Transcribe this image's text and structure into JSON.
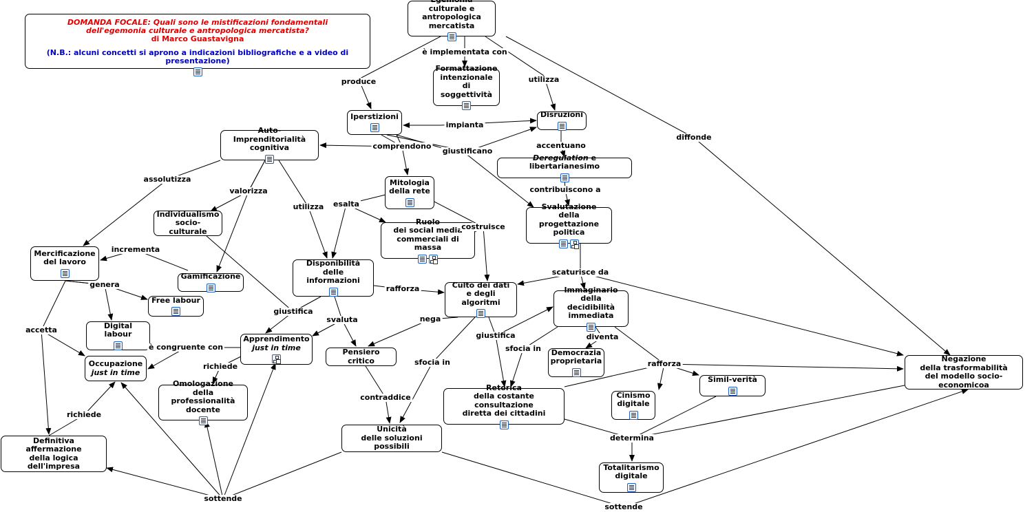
{
  "focal": {
    "question_line1": "DOMANDA FOCALE: Quali sono le mistificazioni fondamentali",
    "question_line2": "dell'egemonia culturale e antropologica mercatista?",
    "author": "di Marco Guastavigna",
    "note": "(N.B.: alcuni concetti si aprono a indicazioni bibliografiche e a video di presentazione)",
    "icons": [
      "doc"
    ]
  },
  "nodes": [
    {
      "id": "egemonia",
      "text": "Egemonia\nculturale e antropologica\nmercatista",
      "icons": [
        "doc"
      ]
    },
    {
      "id": "formattazione",
      "text": "Formattazione\nintenzionale\ndi soggettività",
      "icons": [
        "doc"
      ]
    },
    {
      "id": "iperstizioni",
      "text": "Iperstizioni",
      "icons": [
        "doc"
      ]
    },
    {
      "id": "disruzioni",
      "text": "Disruzioni",
      "icons": [
        "doc"
      ]
    },
    {
      "id": "auto",
      "text": "Auto-Imprenditorialità\ncognitiva",
      "icons": [
        "doc"
      ]
    },
    {
      "id": "deregulation",
      "text_italic": "Deregulation",
      "text": " e libertarianesimo",
      "icons": [
        "doc"
      ]
    },
    {
      "id": "mitologia",
      "text": "Mitologia\ndella rete",
      "icons": [
        "doc"
      ]
    },
    {
      "id": "svalutazione",
      "text": "Svalutazione\ndella progettazione\npolitica",
      "icons": [
        "doc",
        "map"
      ]
    },
    {
      "id": "ruolo",
      "text": "Ruolo\ndei social media\ncommerciali di massa",
      "icons": [
        "doc",
        "map"
      ]
    },
    {
      "id": "individualismo",
      "text": "Individualismo\nsocio-culturale",
      "icons": []
    },
    {
      "id": "mercificazione",
      "text": "Mercificazione\ndel lavoro",
      "icons": [
        "doc"
      ]
    },
    {
      "id": "gamificazione",
      "text": "Gamificazione",
      "icons": [
        "doc"
      ]
    },
    {
      "id": "disponibilita",
      "text": "Disponibilità\ndelle informazioni",
      "icons": [
        "doc"
      ]
    },
    {
      "id": "culto",
      "text": "Culto dei dati\ne degli algoritmi",
      "icons": [
        "doc"
      ]
    },
    {
      "id": "immaginario",
      "text": "Immaginario\ndella decidibilità\nimmediata",
      "icons": [
        "doc"
      ]
    },
    {
      "id": "freelabour",
      "text": "Free labour",
      "icons": [
        "doc"
      ]
    },
    {
      "id": "digitallabour",
      "text": "Digital labour",
      "icons": [
        "doc"
      ]
    },
    {
      "id": "apprendimento",
      "text": "Apprendimento",
      "text_italic2": "just in time",
      "icons": [
        "map"
      ]
    },
    {
      "id": "pensiero",
      "text": "Pensiero critico",
      "icons": []
    },
    {
      "id": "democrazia",
      "text": "Democrazia\nproprietaria",
      "icons": [
        "doc"
      ]
    },
    {
      "id": "occupazione",
      "text": "Occupazione",
      "text_italic2": "just in time",
      "icons": []
    },
    {
      "id": "omologazione",
      "text": "Omologazione\ndella professionalità\ndocente",
      "icons": [
        "doc"
      ]
    },
    {
      "id": "negazione",
      "text": "Negazione\ndella trasformabilità\ndel modello socio-economicoa",
      "icons": []
    },
    {
      "id": "similverita",
      "text": "Simil-verità",
      "icons": [
        "doc"
      ]
    },
    {
      "id": "retorica",
      "text": "Retorica\ndella costante consultazione\ndiretta dei cittadini",
      "icons": [
        "doc"
      ]
    },
    {
      "id": "cinismo",
      "text": "Cinismo\ndigitale",
      "icons": [
        "doc"
      ]
    },
    {
      "id": "unicita",
      "text": "Unicità\ndelle soluzioni possibili",
      "icons": []
    },
    {
      "id": "definitiva",
      "text": "Definitiva\naffermazione\ndella logica dell'impresa",
      "icons": []
    },
    {
      "id": "totalitarismo",
      "text": "Totalitarismo\ndigitale",
      "icons": [
        "doc"
      ]
    }
  ],
  "edge_labels": [
    {
      "id": "produce",
      "text": "produce"
    },
    {
      "id": "implementata",
      "text": "è implementata con"
    },
    {
      "id": "utilizza1",
      "text": "utilizza"
    },
    {
      "id": "diffonde",
      "text": "diffonde"
    },
    {
      "id": "impianta",
      "text": "impianta"
    },
    {
      "id": "giustificano",
      "text": "giustificano"
    },
    {
      "id": "comprendono",
      "text": "comprendono"
    },
    {
      "id": "accentuano",
      "text": "accentuano"
    },
    {
      "id": "contribuiscono",
      "text": "contribuiscono a"
    },
    {
      "id": "assolutizza",
      "text": "assolutizza"
    },
    {
      "id": "valorizza",
      "text": "valorizza"
    },
    {
      "id": "utilizza2",
      "text": "utilizza"
    },
    {
      "id": "esalta",
      "text": "esalta"
    },
    {
      "id": "costruisce",
      "text": "costruisce"
    },
    {
      "id": "incrementa",
      "text": "incrementa"
    },
    {
      "id": "genera",
      "text": "genera"
    },
    {
      "id": "rafforza1",
      "text": "rafforza"
    },
    {
      "id": "scaturisce",
      "text": "scaturisce da"
    },
    {
      "id": "giustifica1",
      "text": "giustifica"
    },
    {
      "id": "svaluta",
      "text": "svaluta"
    },
    {
      "id": "nega",
      "text": "nega"
    },
    {
      "id": "accetta",
      "text": "accetta"
    },
    {
      "id": "congruente",
      "text": "è congruente con"
    },
    {
      "id": "giustifica2",
      "text": "giustifica"
    },
    {
      "id": "diventa",
      "text": "diventa"
    },
    {
      "id": "sfociain1",
      "text": "sfocia in"
    },
    {
      "id": "sfociain2",
      "text": "sfocia in"
    },
    {
      "id": "richiede1",
      "text": "richiede"
    },
    {
      "id": "rafforza2",
      "text": "rafforza"
    },
    {
      "id": "contraddice",
      "text": "contraddice"
    },
    {
      "id": "richiede2",
      "text": "richiede"
    },
    {
      "id": "determina",
      "text": "determina"
    },
    {
      "id": "sottende1",
      "text": "sottende"
    },
    {
      "id": "sottende2",
      "text": "sottende"
    }
  ]
}
